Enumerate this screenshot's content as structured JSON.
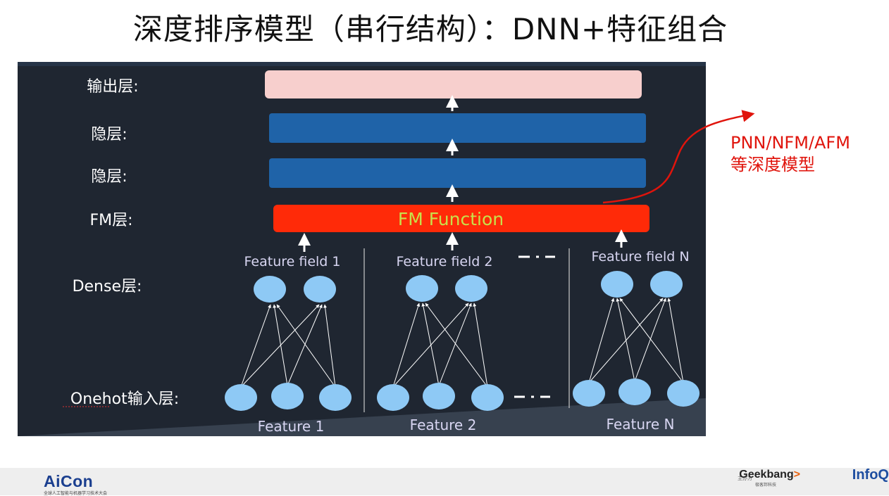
{
  "title": "深度排序模型（串行结构）：DNN+特征组合",
  "layers": {
    "output": "输出层:",
    "hidden1": "隐层:",
    "hidden2": "隐层:",
    "fm": "FM层:",
    "dense": "Dense层:",
    "onehot": "Onehot输入层:"
  },
  "fm_box_label": "FM Function",
  "feature_fields": [
    "Feature field 1",
    "Feature field 2",
    "Feature field N"
  ],
  "features": [
    "Feature 1",
    "Feature 2",
    "Feature N"
  ],
  "side_note": {
    "line1": "PNN/NFM/AFM",
    "line2": "等深度模型"
  },
  "footer": {
    "aicon_logo": "AiCon",
    "aicon_sub": "全球人工智能与机器学习技术大会",
    "sponsor_label": "主办方",
    "geekbang_logo": "Geekbang",
    "geekbang_sub": "极客邦科技",
    "infoq_logo": "InfoQ"
  },
  "colors": {
    "panel_bg": "#1f2631",
    "output_box": "#f7cfcd",
    "hidden_box": "#1f63a8",
    "fm_box": "#ff2a08",
    "fm_text": "#c8e04a",
    "node": "#8ec9f5",
    "label_text": "#ffffff",
    "field_text": "#d8d6f2",
    "note_red": "#e0140c"
  }
}
